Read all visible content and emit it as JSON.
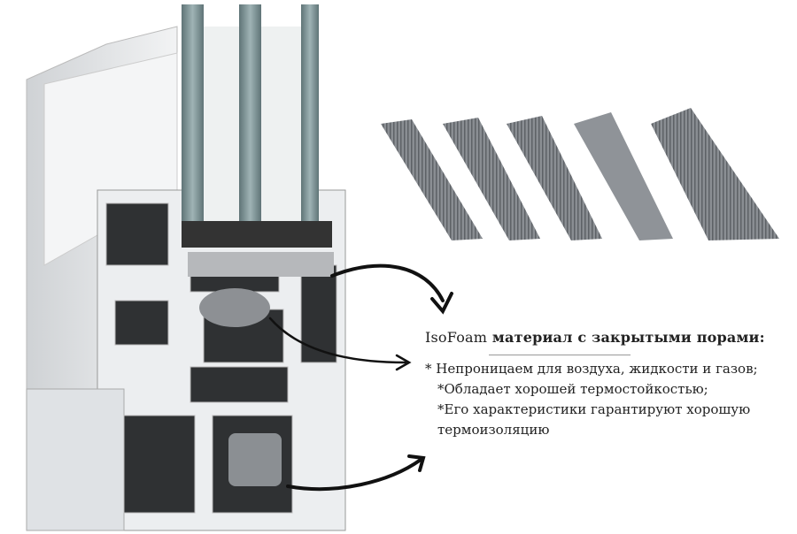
{
  "caption": {
    "brand": "IsoFoam",
    "title_rest": "материал с закрытыми порами:",
    "bullets": [
      "* Непроницаем для воздуха, жидкости и газов;",
      "*Обладает хорошей термостойкостью;",
      "*Его характеристики гарантируют хорошую",
      "термоизоляцию"
    ]
  },
  "colors": {
    "profile": "#e6e8ea",
    "foam": "#7b7f84",
    "glass": "#7d9195",
    "seal": "#333333",
    "arrow": "#111111"
  }
}
